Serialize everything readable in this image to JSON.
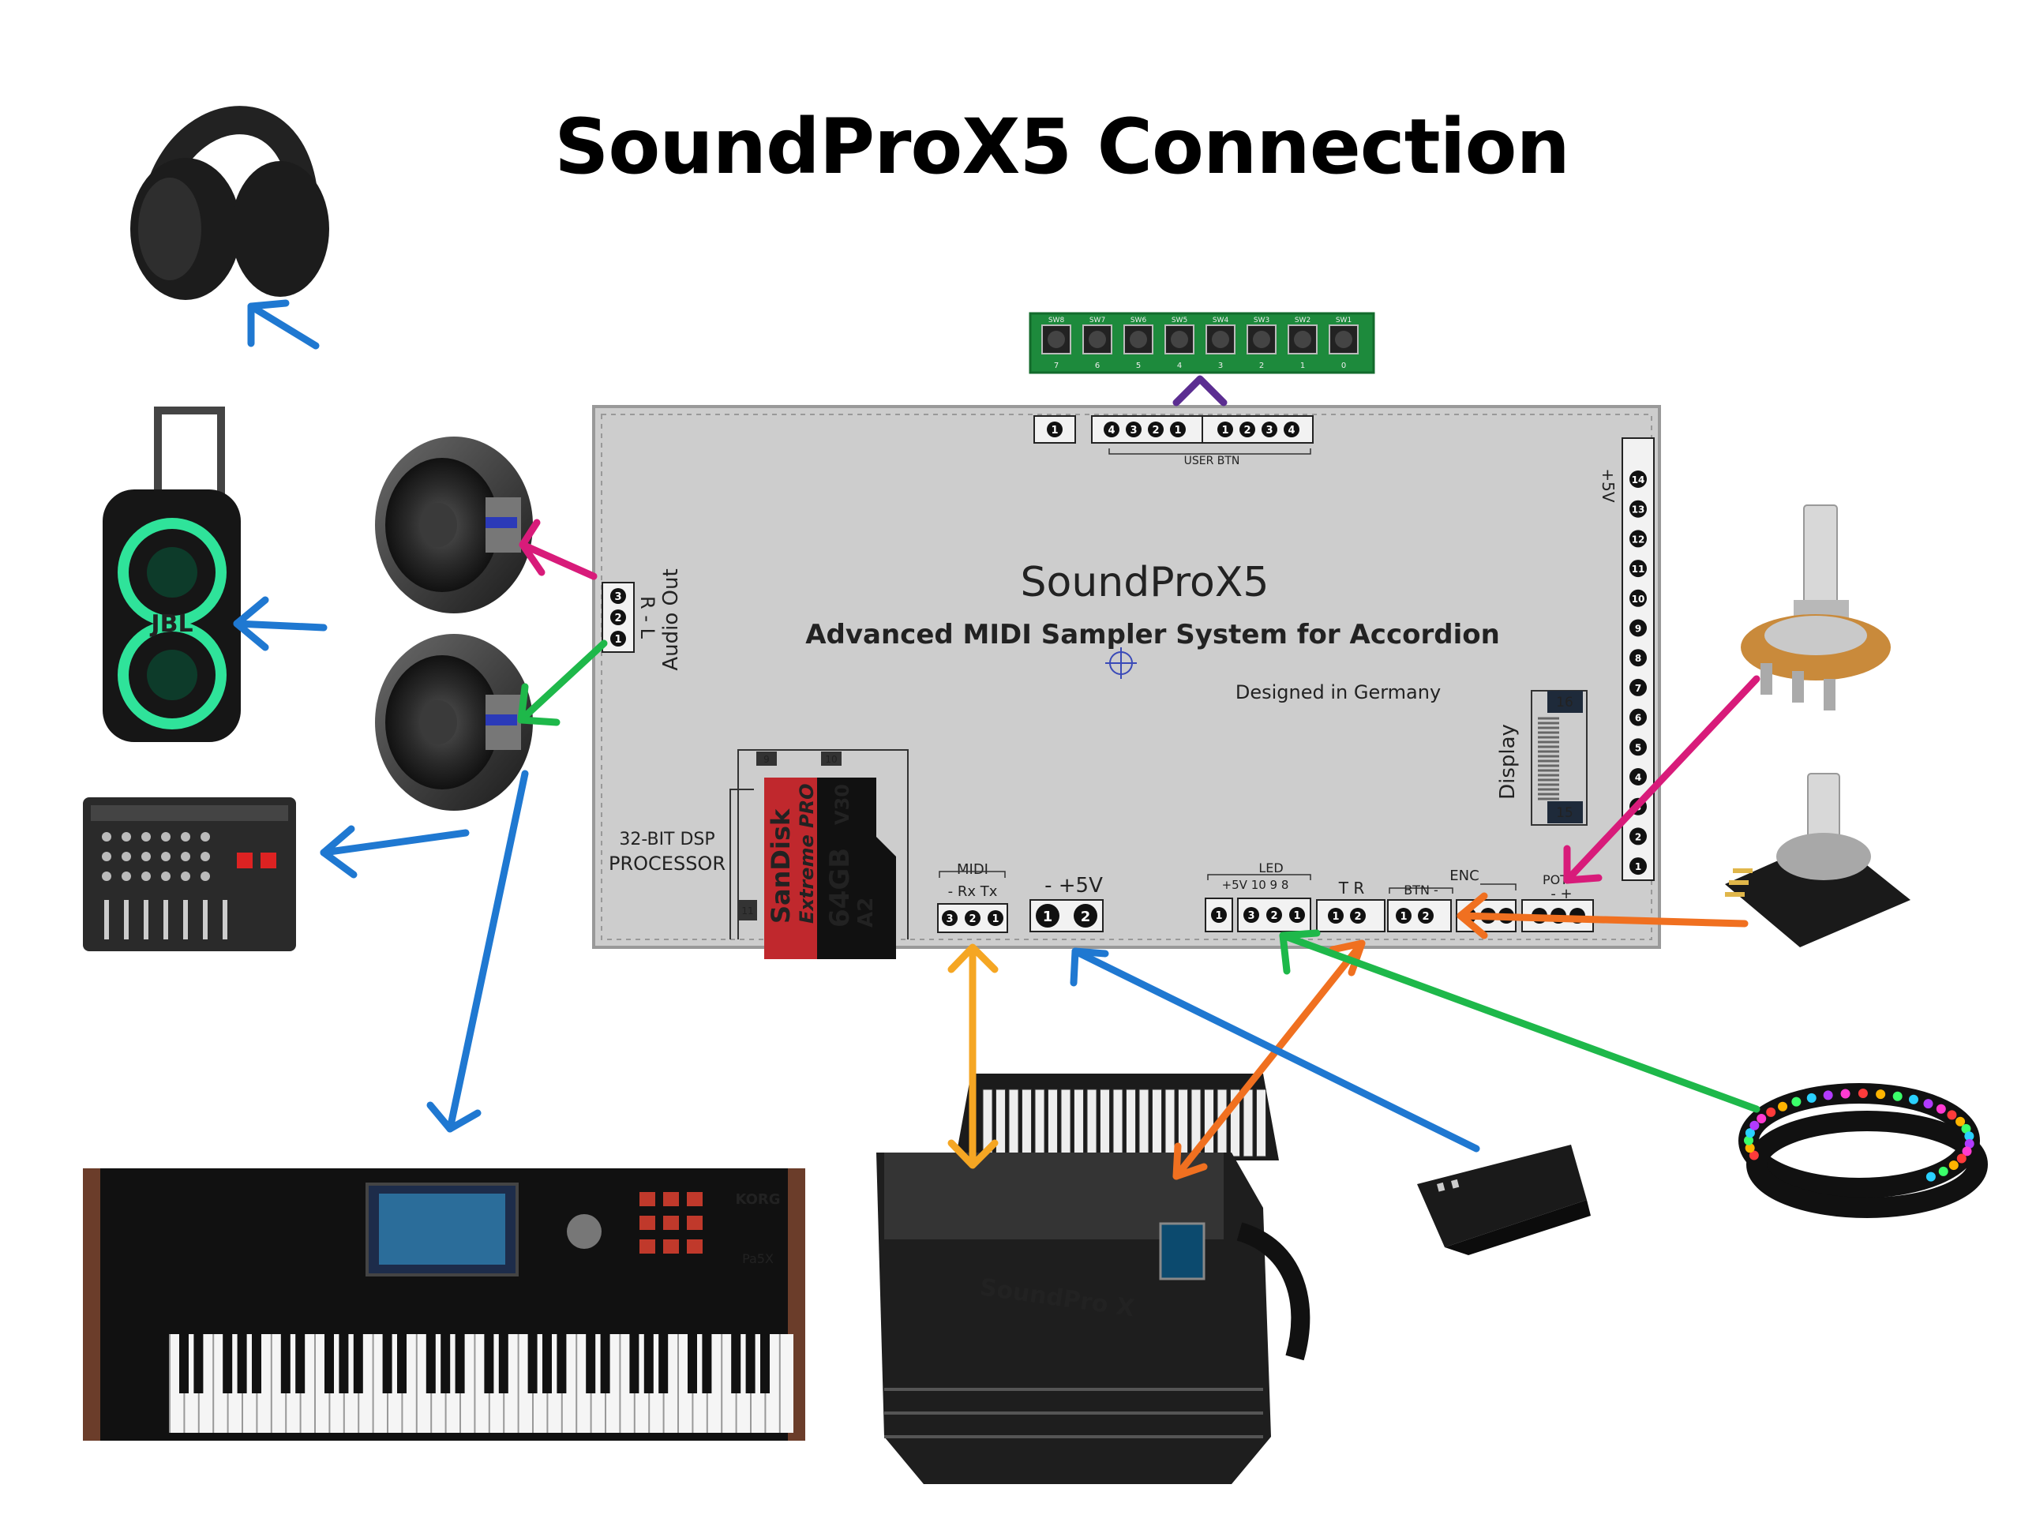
{
  "title": "SoundProX5 Connection",
  "board": {
    "name": "SoundProX5",
    "subtitle": "Advanced MIDI Sampler System for Accordion",
    "designed": "Designed in Germany",
    "processor_line1": "32-BIT DSP",
    "processor_line2": "PROCESSOR",
    "audio_out": "Audio Out",
    "audio_pins": "R - L",
    "user_btn": "USER BTN",
    "display": "Display",
    "plus5v_right": "+5V",
    "display_pin_top": "16",
    "display_pin_bottom": "15",
    "sd_pins": [
      "9",
      "10",
      "11"
    ],
    "midi_label": "MIDI",
    "midi_pins": "-   Rx  Tx",
    "power_label": "-   +5V",
    "led_label": "LED",
    "led_pins": "+5V  10  9  8",
    "tr_label": "T   R",
    "btn_label": "BTN -",
    "enc_label": "ENC",
    "pot_label": "POT",
    "pot_pins": "-         +"
  },
  "sdcard": {
    "brand": "SanDisk",
    "line": "Extreme PRO",
    "capacity": "64GB",
    "class": "V30",
    "a": "A2"
  },
  "button_bar": {
    "labels": [
      "SW8",
      "SW7",
      "SW6",
      "SW5",
      "SW4",
      "SW3",
      "SW2",
      "SW1"
    ],
    "numbers": [
      "7",
      "6",
      "5",
      "4",
      "3",
      "2",
      "1",
      "0"
    ]
  },
  "accordion_brand": "SoundPro X",
  "keyboard_brand": "KORG",
  "keyboard_model": "Pa5X",
  "speaker_brand": "JBL",
  "colors": {
    "blue": "#1f78d1",
    "pink": "#d81b7a",
    "green": "#1eb84a",
    "orange": "#f07020",
    "yellow": "#f5a623",
    "purple": "#5b2d91",
    "board": "#cfcfcf"
  }
}
